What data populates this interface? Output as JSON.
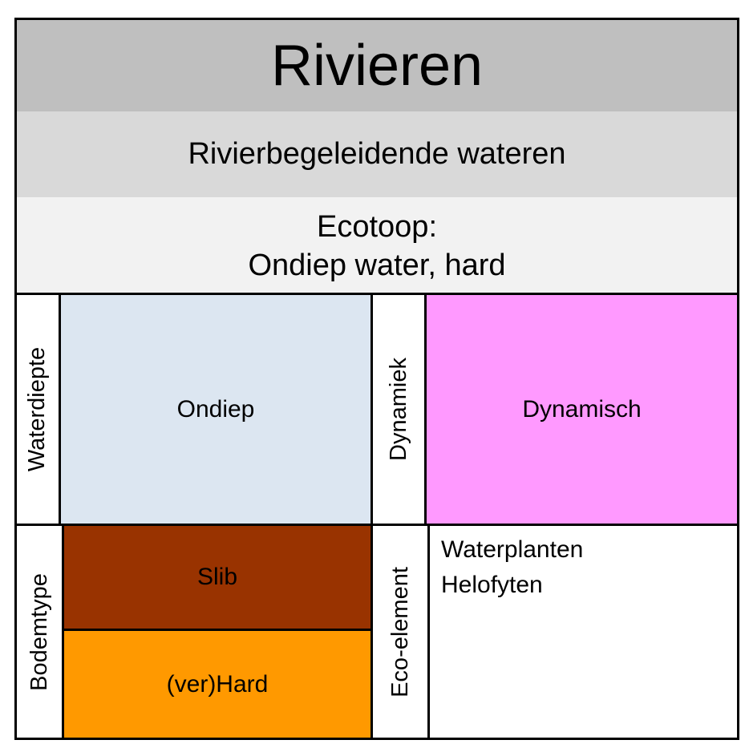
{
  "title": "Rivieren",
  "subtitle": "Rivierbegeleidende wateren",
  "ecotoop": {
    "line1": "Ecotoop:",
    "line2": "Ondiep water, hard"
  },
  "waterdiepte": {
    "label": "Waterdiepte",
    "value": "Ondiep",
    "color": "#dce6f1"
  },
  "dynamiek": {
    "label": "Dynamiek",
    "value": "Dynamisch",
    "color": "#ff99ff"
  },
  "bodemtype": {
    "label": "Bodemtype",
    "values": [
      {
        "name": "Slib",
        "color": "#993300"
      },
      {
        "name": "(ver)Hard",
        "color": "#ff9900"
      }
    ]
  },
  "eco_element": {
    "label": "Eco-element",
    "items": [
      "Waterplanten",
      "Helofyten"
    ]
  }
}
